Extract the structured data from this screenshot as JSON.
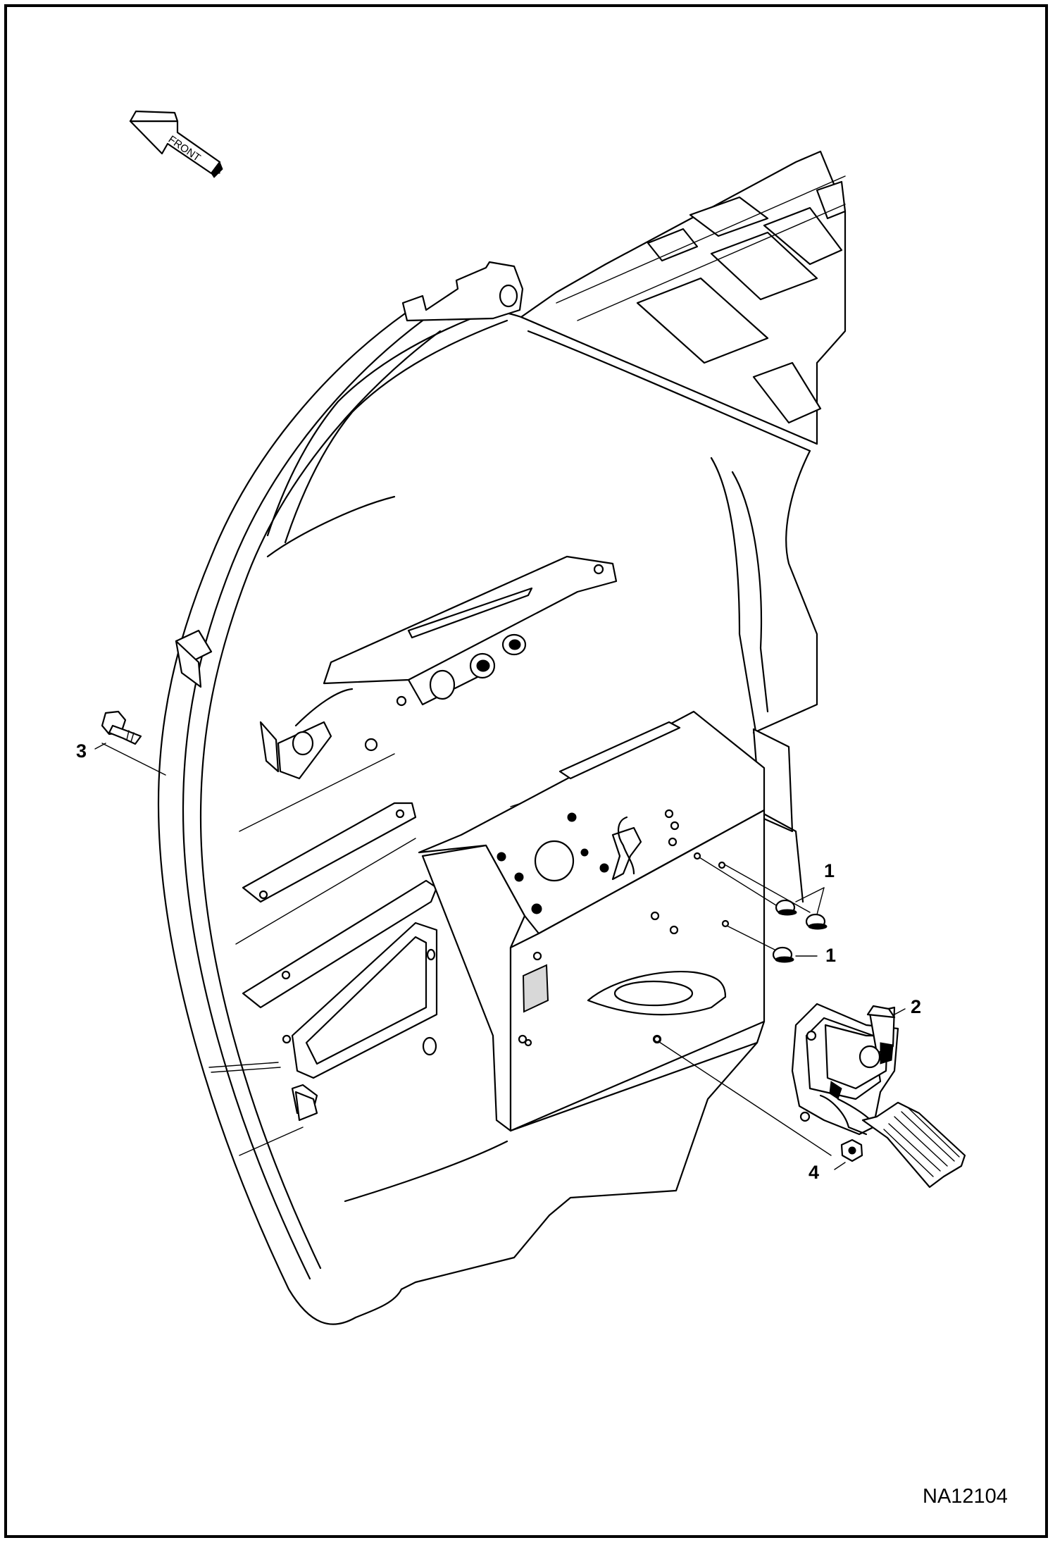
{
  "orientation_arrow": {
    "label": "FRONT"
  },
  "callouts": [
    {
      "id": "callout-1a",
      "text": "1"
    },
    {
      "id": "callout-1b",
      "text": "1"
    },
    {
      "id": "callout-2",
      "text": "2"
    },
    {
      "id": "callout-3",
      "text": "3"
    },
    {
      "id": "callout-4",
      "text": "4"
    }
  ],
  "figure_id": "NA12104",
  "colors": {
    "line": "#000000",
    "background": "#ffffff",
    "shade": "#d8d8d8"
  }
}
